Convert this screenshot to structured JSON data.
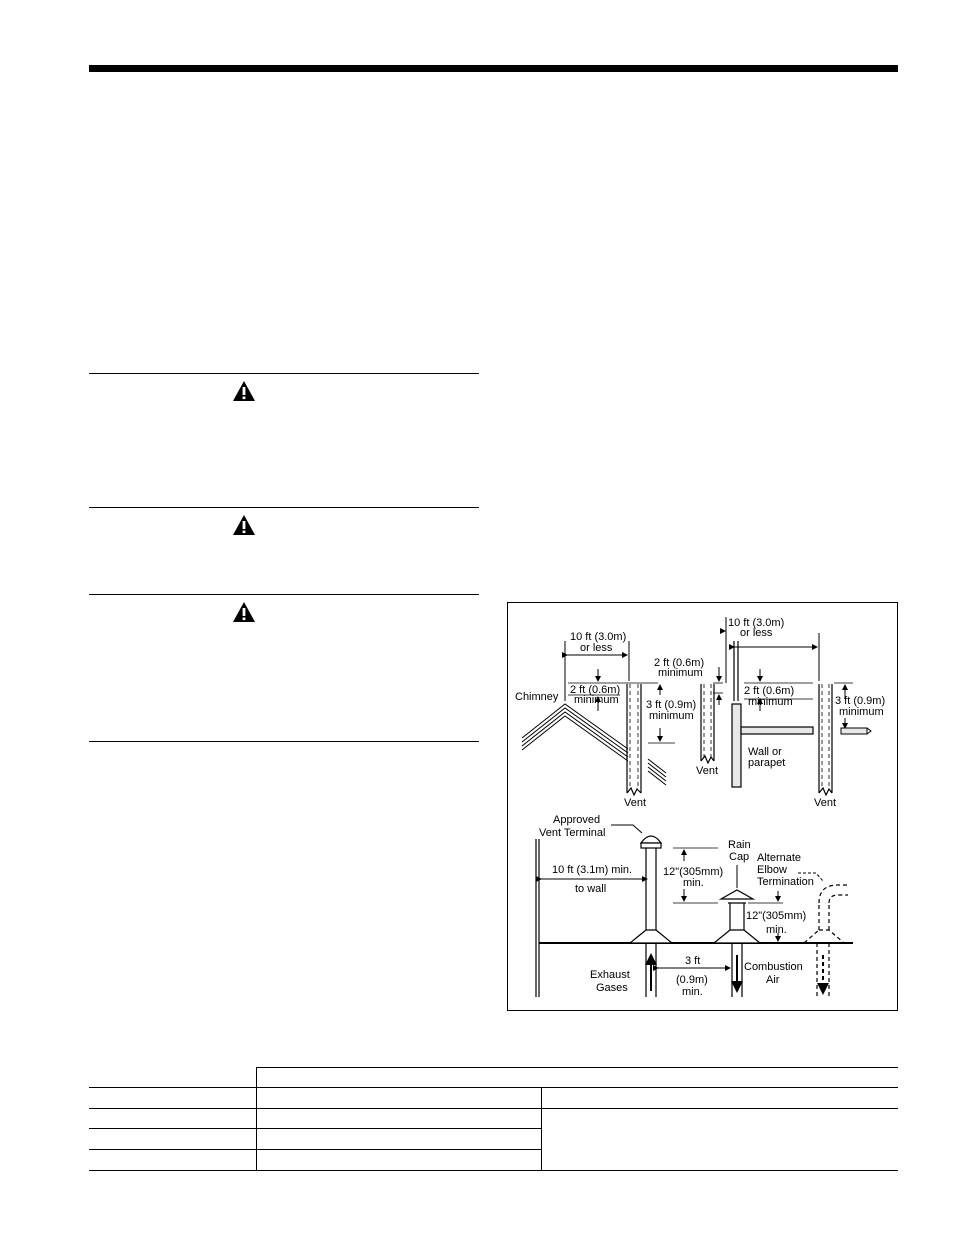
{
  "figure": {
    "top_labels": {
      "span_left": "10 ft (3.0m)",
      "span_left_sub": "or less",
      "span_right": "10 ft (3.0m)",
      "span_right_sub": "or less",
      "two_ft_mid": "2 ft (0.6m)",
      "two_ft_mid_sub": "minimum",
      "chimney": "Chimney",
      "two_ft_left": "2 ft (0.6m)",
      "two_ft_left_sub": "minimum",
      "three_ft_left": "3 ft (0.9m)",
      "three_ft_left_sub": "minimum",
      "two_ft_right": "2 ft (0.6m)",
      "two_ft_right_sub": "minimum",
      "three_ft_right": "3 ft (0.9m)",
      "three_ft_right_sub": "minimum",
      "vent_1": "Vent",
      "vent_2": "Vent",
      "vent_3": "Vent",
      "wall": "Wall or",
      "wall_sub": "parapet"
    },
    "bottom_labels": {
      "approved": "Approved",
      "approved_sub": "Vent Terminal",
      "to_wall": "10 ft (3.1m) min.",
      "to_wall_sub": "to wall",
      "twelve_top": "12\"(305mm)",
      "twelve_top_sub": "min.",
      "rain": "Rain",
      "rain_sub": "Cap",
      "alternate": "Alternate",
      "alternate_2": "Elbow",
      "alternate_3": "Termination",
      "twelve_bottom": "12\"(305mm)",
      "twelve_bottom_sub": "min.",
      "three_ft": "3 ft",
      "three_ft_sub": "(0.9m)",
      "three_ft_sub2": "min.",
      "exhaust": "Exhaust",
      "exhaust_sub": "Gases",
      "combustion": "Combustion",
      "combustion_sub": "Air"
    }
  }
}
